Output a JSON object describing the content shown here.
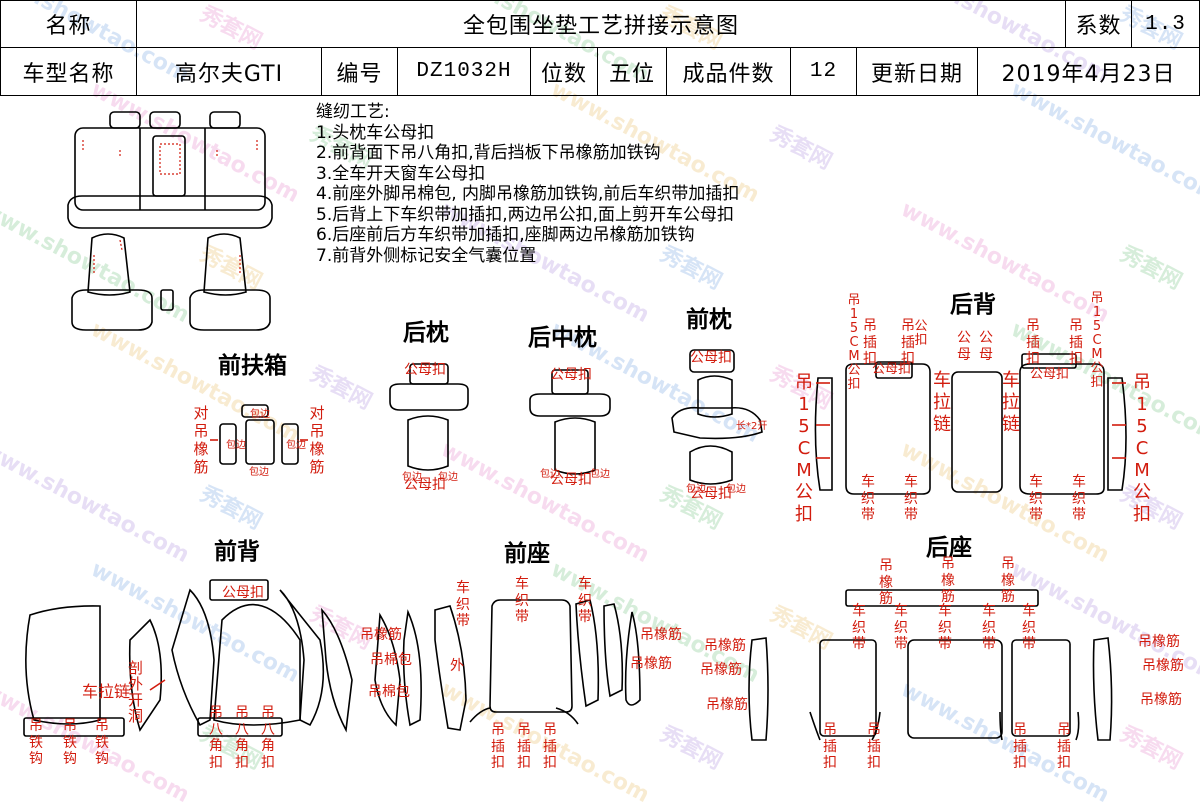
{
  "header": {
    "name_label": "名称",
    "title": "全包围坐垫工艺拼接示意图",
    "coef_label": "系数",
    "coef_value": "1.3",
    "model_label": "车型名称",
    "model_value": "高尔夫GTI",
    "code_label": "编号",
    "code_value": "DZ1032H",
    "seats_label": "位数",
    "seats_value": "五位",
    "pieces_label": "成品件数",
    "pieces_value": "12",
    "date_label": "更新日期",
    "date_value": "2019年4月23日"
  },
  "notes": {
    "heading": "缝纫工艺:",
    "items": [
      "1.头枕车公母扣",
      "2.前背面下吊八角扣,背后挡板下吊橡筋加铁钩",
      "3.全车开天窗车公母扣",
      "4.前座外脚吊棉包, 内脚吊橡筋加铁钩,前后车织带加插扣",
      "5.后背上下车织带加插扣,两边吊公扣,面上剪开车公母扣",
      "6.后座前后方车织带加插扣,座脚两边吊橡筋加铁钩",
      "7.前背外侧标记安全气囊位置"
    ]
  },
  "sections": {
    "armrest": "前扶箱",
    "rear_pillow": "后枕",
    "rear_mid_pillow": "后中枕",
    "front_pillow": "前枕",
    "rear_back": "后背",
    "front_back": "前背",
    "front_seat": "前座",
    "rear_seat": "后座"
  },
  "labels": {
    "dui_diao_xiang_jin": "对吊橡筋",
    "bao_bian": "包边",
    "gong_mu_kou": "公母扣",
    "gong_mu": "公母",
    "gong_kou": "公扣",
    "chang_2_kai": "长*2开",
    "diao_15cm_gong_kou": "吊15CM公扣",
    "diao_cha_kou": "吊插扣",
    "che_la_lian": "车拉链",
    "che_zhi_dai": "车织带",
    "diao_tie_gou": "吊铁钩",
    "diao_ba_jiao_kou": "吊八角扣",
    "diao_xiang_jin": "吊橡筋",
    "diao_mian_bao": "吊棉包",
    "wai": "外",
    "kai_wai_dong": "剖外开洞"
  },
  "watermark": {
    "text_a": "www.showtao.com",
    "text_b": "秀套网"
  },
  "colors": {
    "annotation_red": "#d21c0e",
    "border": "#000000"
  }
}
